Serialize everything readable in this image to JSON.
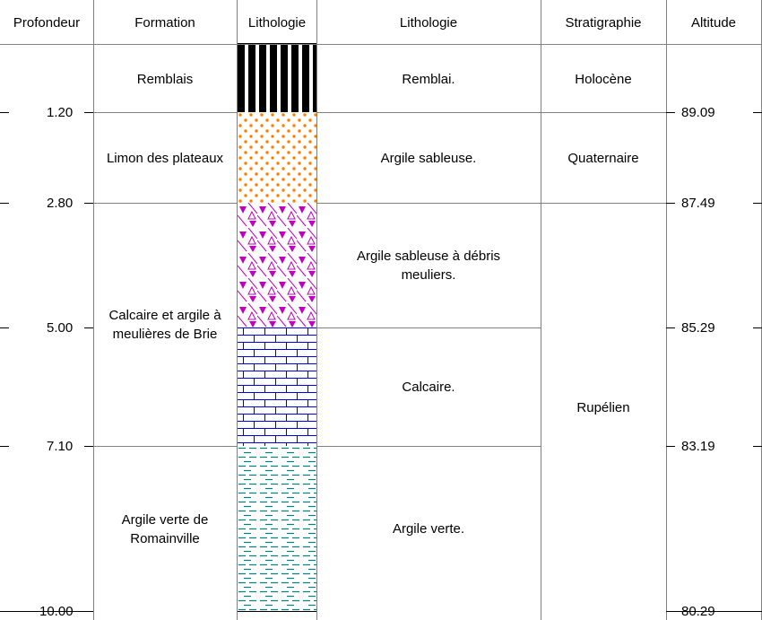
{
  "headers": {
    "depth": "Profondeur",
    "formation": "Formation",
    "lithology_column": "Lithologie",
    "lithology": "Lithologie",
    "stratigraphy": "Stratigraphie",
    "altitude": "Altitude"
  },
  "depths": [
    "1.20",
    "2.80",
    "5.00",
    "7.10",
    "10.00"
  ],
  "altitudes": [
    "89.09",
    "87.49",
    "85.29",
    "83.19",
    "80.29"
  ],
  "formations": {
    "f1": "Remblais",
    "f2": "Limon des plateaux",
    "f3": "Calcaire et argile à meulières de Brie",
    "f4": "Argile verte de Romainville"
  },
  "lithologies": {
    "l1": "Remblai.",
    "l2": "Argile sableuse.",
    "l3": "Argile sableuse à débris meuliers.",
    "l4": "Calcaire.",
    "l5": "Argile verte."
  },
  "stratigraphy": {
    "s1": "Holocène",
    "s2": "Quaternaire",
    "s3": "Rupélien"
  },
  "pattern_colors": {
    "fill": "#000000",
    "sandy_clay": "#ff8000",
    "millstone_clay": "#c000c0",
    "limestone": "#0000e0",
    "green_clay": "#008080"
  }
}
